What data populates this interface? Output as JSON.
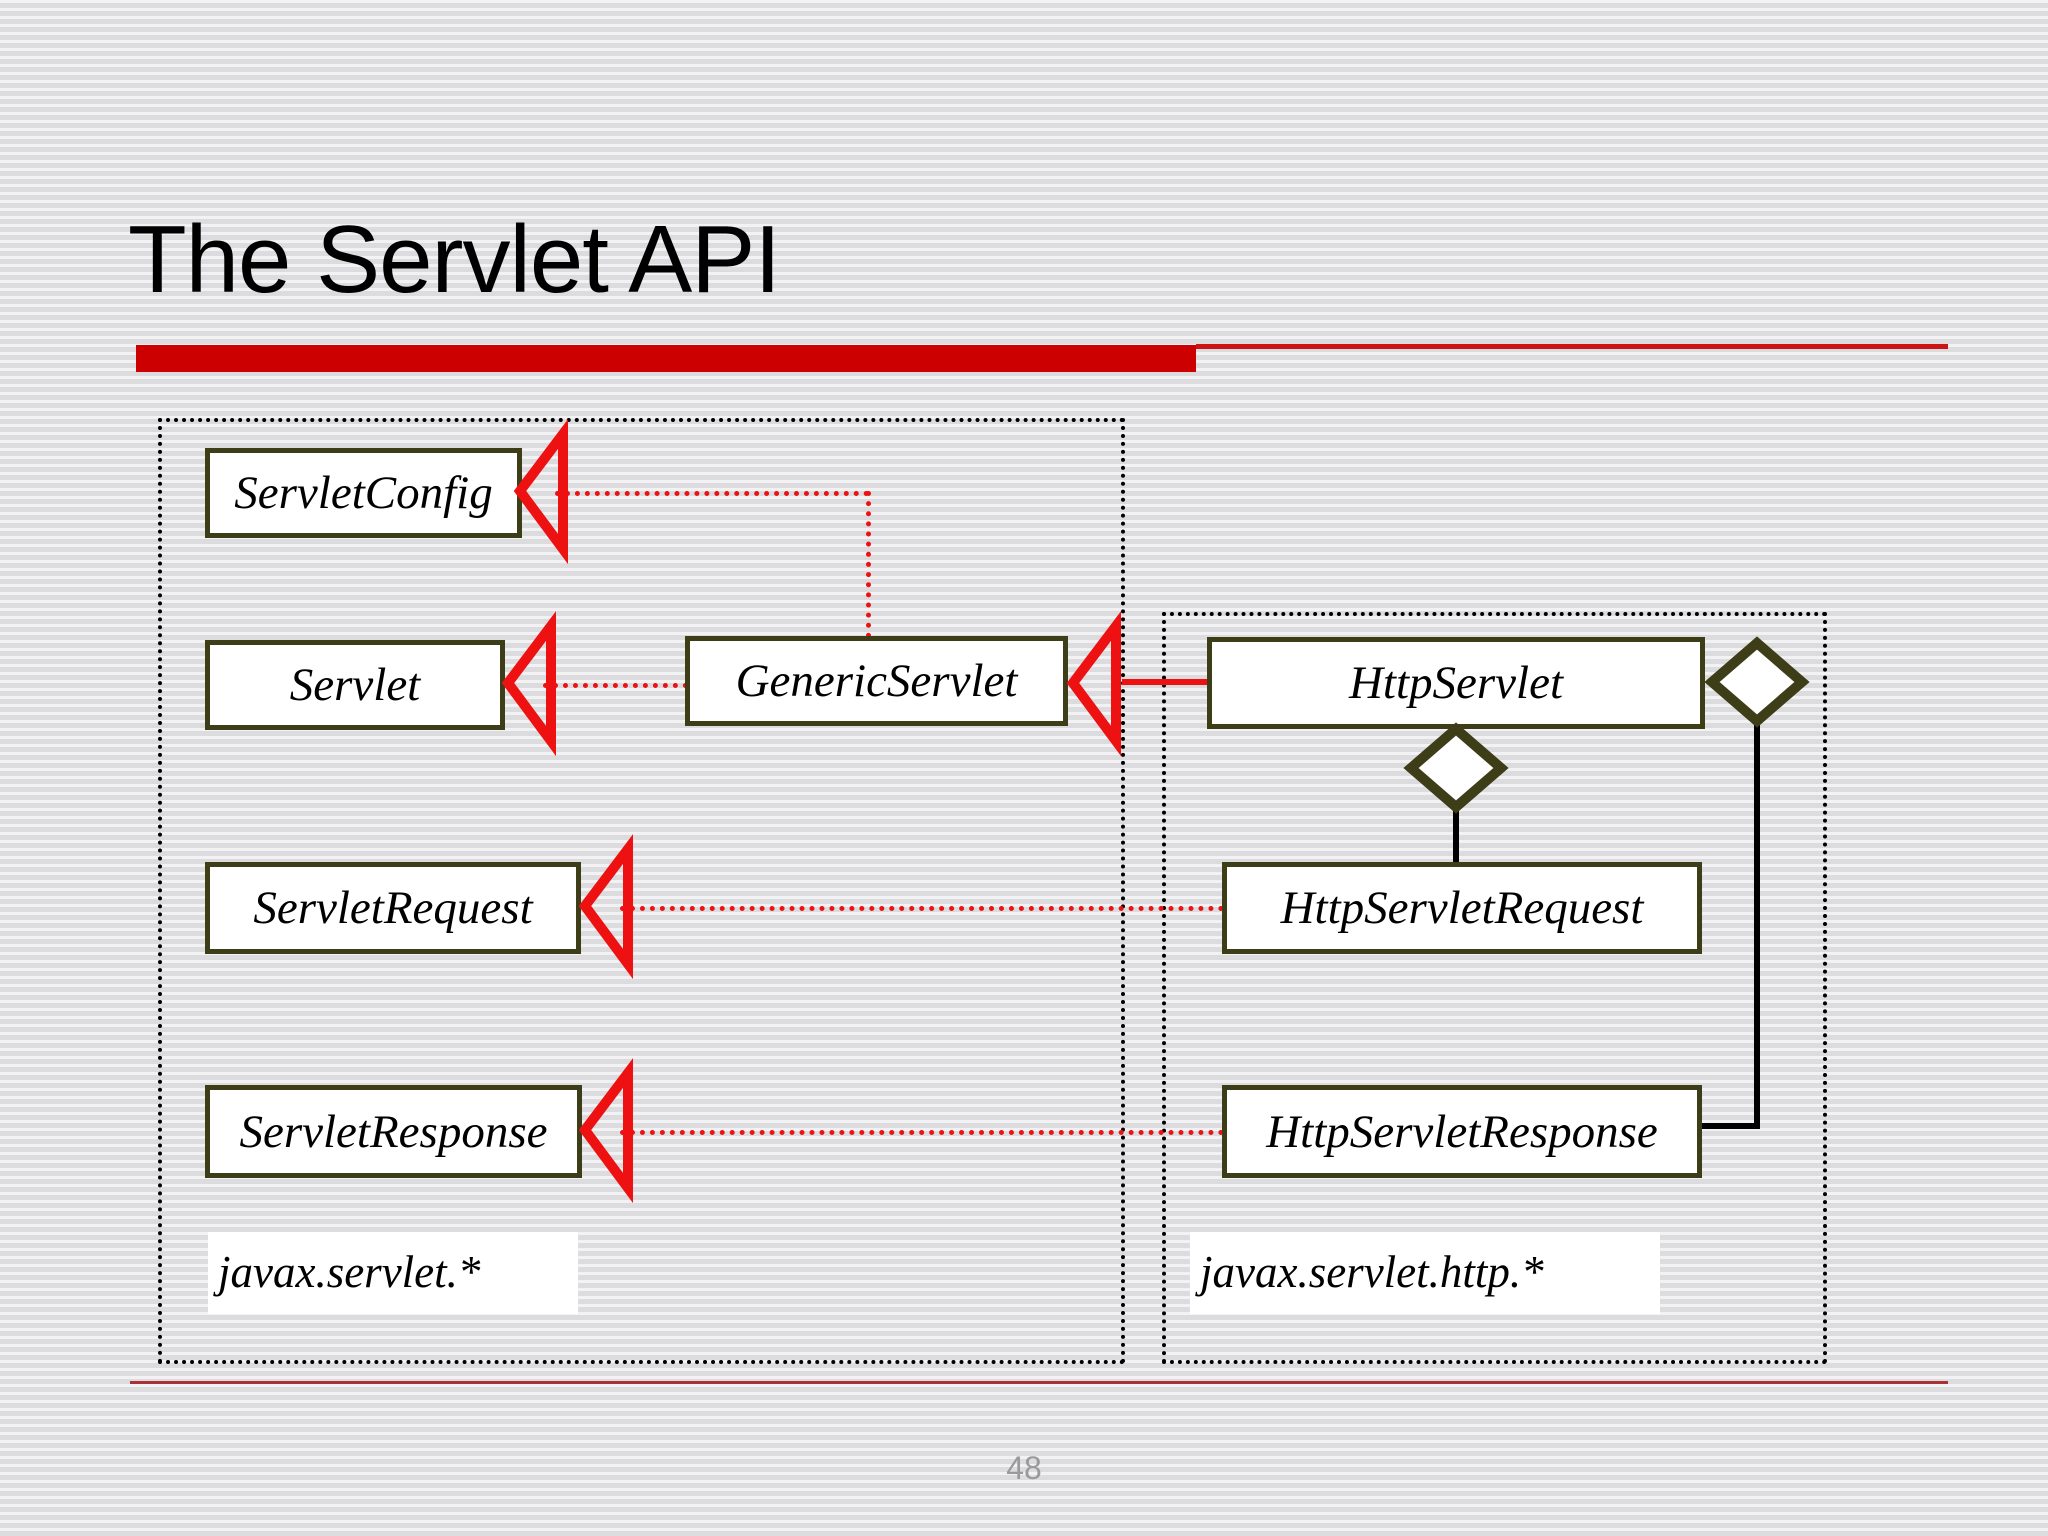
{
  "slide": {
    "title": "The Servlet API",
    "page_number": "48",
    "accent_color": "#cc0000",
    "footer_rule_color": "#a83236",
    "box_border_color": "#3d3d17",
    "dependency_color": "#ee1111",
    "aggregation_color": "#000000"
  },
  "packages": [
    {
      "id": "javax-servlet",
      "label": "javax.servlet.*",
      "border_style": "dotted"
    },
    {
      "id": "javax-servlet-http",
      "label": "javax.servlet.http.*",
      "border_style": "dotted"
    }
  ],
  "classes": [
    {
      "id": "servletconfig",
      "name": "ServletConfig",
      "package": "javax-servlet"
    },
    {
      "id": "servlet",
      "name": "Servlet",
      "package": "javax-servlet"
    },
    {
      "id": "genericservlet",
      "name": "GenericServlet",
      "package": "javax-servlet"
    },
    {
      "id": "servletrequest",
      "name": "ServletRequest",
      "package": "javax-servlet"
    },
    {
      "id": "servletresponse",
      "name": "ServletResponse",
      "package": "javax-servlet"
    },
    {
      "id": "httpservlet",
      "name": "HttpServlet",
      "package": "javax-servlet-http"
    },
    {
      "id": "httpsrvrequest",
      "name": "HttpServletRequest",
      "package": "javax-servlet-http"
    },
    {
      "id": "httpsrvresponse",
      "name": "HttpServletResponse",
      "package": "javax-servlet-http"
    }
  ],
  "relationships": [
    {
      "from": "genericservlet",
      "to": "servletconfig",
      "type": "realization",
      "line": "dotted",
      "color": "#ee1111"
    },
    {
      "from": "genericservlet",
      "to": "servlet",
      "type": "realization",
      "line": "dotted",
      "color": "#ee1111"
    },
    {
      "from": "httpservlet",
      "to": "genericservlet",
      "type": "generalization",
      "line": "solid",
      "color": "#ee1111"
    },
    {
      "from": "httpsrvrequest",
      "to": "servletrequest",
      "type": "realization",
      "line": "dotted",
      "color": "#ee1111"
    },
    {
      "from": "httpsrvresponse",
      "to": "servletresponse",
      "type": "realization",
      "line": "dotted",
      "color": "#ee1111"
    },
    {
      "from": "httpservlet",
      "to": "httpsrvrequest",
      "type": "aggregation",
      "line": "solid",
      "color": "#000000"
    },
    {
      "from": "httpservlet",
      "to": "httpsrvresponse",
      "type": "aggregation",
      "line": "solid",
      "color": "#000000"
    }
  ]
}
